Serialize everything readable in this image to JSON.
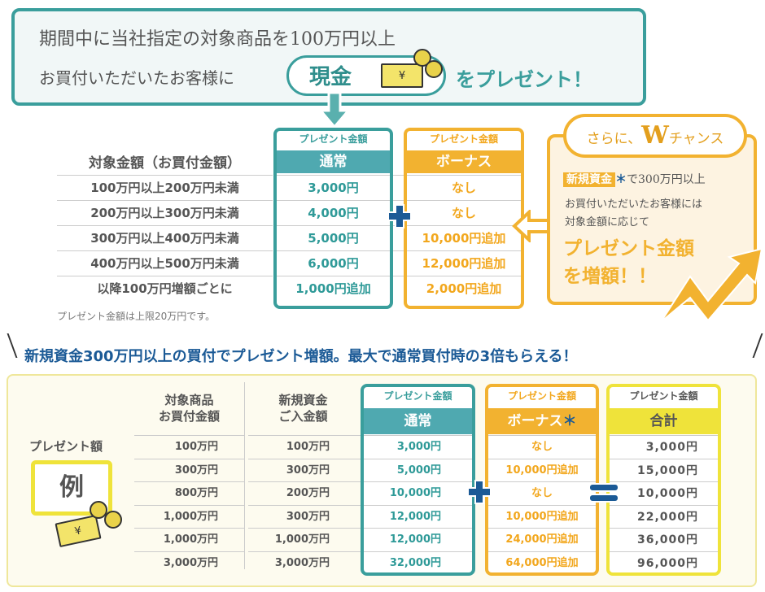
{
  "banner": {
    "line1": "期間中に当社指定の対象商品を100万円以上",
    "line2": "お買付いただいたお客様に",
    "cash": "現金",
    "present": "をプレゼント！",
    "yen": "¥"
  },
  "upper": {
    "label_header": "対象金額（お買付金額）",
    "labels": [
      "100万円以上200万円未満",
      "200万円以上300万円未満",
      "300万円以上400万円未満",
      "400万円以上500万円未満",
      "以降100万円増額ごとに"
    ],
    "normal": {
      "sub": "プレゼント金額",
      "title": "通常",
      "values": [
        "3,000円",
        "4,000円",
        "5,000円",
        "6,000円",
        "1,000円追加"
      ]
    },
    "bonus": {
      "sub": "プレゼント金額",
      "title": "ボーナス",
      "values": [
        "なし",
        "なし",
        "10,000円追加",
        "12,000円追加",
        "2,000円追加"
      ]
    },
    "note": "プレゼント金額は上限20万円です。"
  },
  "chance": {
    "title_pre": "さらに、",
    "title_w": "W",
    "title_post": "チャンス",
    "tag": "新規資金",
    "asterisk": "＊",
    "line1": "で300万円以上",
    "line2": "お買付いただいたお客様には",
    "line3": "対象金額に応じて",
    "big1": "プレゼント金額",
    "big2": "を増額！！"
  },
  "headline": "新規資金300万円以上の買付でプレゼント増額。最大で通常買付時の3倍もらえる！",
  "example": {
    "label": "プレゼント額",
    "badge": "例",
    "yen": "¥",
    "col1_header": [
      "対象商品",
      "お買付金額"
    ],
    "col2_header": [
      "新規資金",
      "ご入金額"
    ],
    "col1": [
      "100万円",
      "300万円",
      "800万円",
      "1,000万円",
      "1,000万円",
      "3,000万円"
    ],
    "col2": [
      "100万円",
      "300万円",
      "200万円",
      "300万円",
      "1,000万円",
      "3,000万円"
    ],
    "normal": {
      "sub": "プレゼント金額",
      "title": "通常",
      "values": [
        "3,000円",
        "5,000円",
        "10,000円",
        "12,000円",
        "12,000円",
        "32,000円"
      ]
    },
    "bonus": {
      "sub": "プレゼント金額",
      "title": "ボーナス",
      "asterisk": "＊",
      "values": [
        "なし",
        "10,000円追加",
        "なし",
        "10,000円追加",
        "24,000円追加",
        "64,000円追加"
      ]
    },
    "total": {
      "sub": "プレゼント金額",
      "title": "合計",
      "values": [
        "3,000円",
        "15,000円",
        "10,000円",
        "22,000円",
        "36,000円",
        "96,000円"
      ]
    }
  },
  "colors": {
    "teal": "#3a9e9c",
    "orange": "#f2b230",
    "yellow": "#efe33a",
    "blue": "#1b5a96"
  }
}
